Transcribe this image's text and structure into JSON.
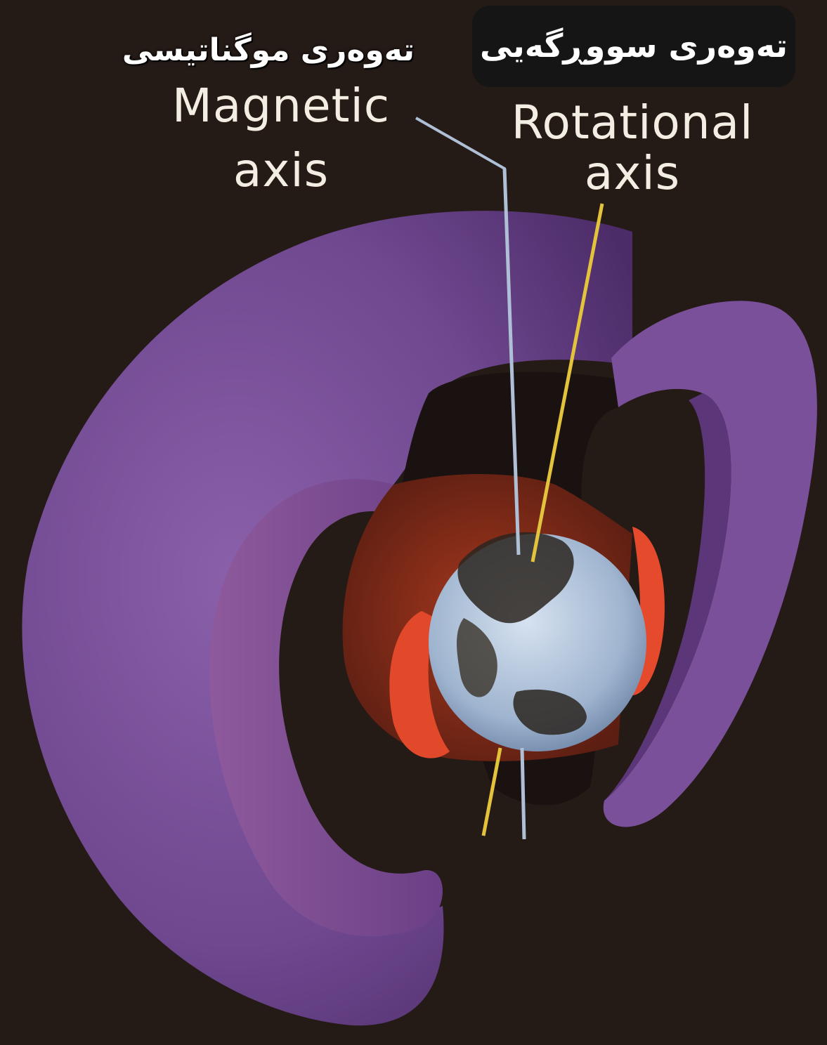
{
  "labels": {
    "magnetic_ku": "تەوەری موگناتیسی",
    "rotational_ku": "تەوەری سووڕگەیی",
    "magnetic_en_line1": "Magnetic",
    "magnetic_en_line2": "axis",
    "rotational_en_line1": "Rotational",
    "rotational_en_line2": "axis"
  },
  "colors": {
    "background": "#241a16",
    "outer_belt": "#7a4e98",
    "outer_belt_edge": "#5a3278",
    "inner_belt": "#d8462a",
    "earth": "#a9bcd6",
    "magnetic_axis": "#aebfd6",
    "rotational_axis": "#e3c33c"
  }
}
